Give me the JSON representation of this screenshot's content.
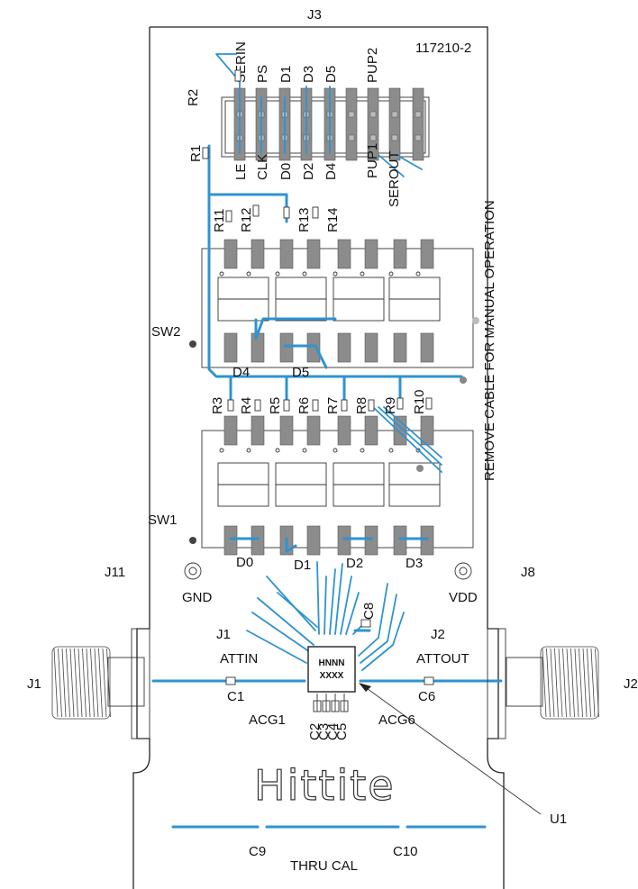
{
  "board": {
    "part_number": "117210-2",
    "logo_text": "Hittite",
    "ic_top_text": "HNNN",
    "ic_bottom_text": "XXXX",
    "vertical_note": "REMOVE CABLE FOR MANUAL OPERATION",
    "thru_cal_label": "THRU CAL"
  },
  "edge_labels": {
    "j3": "J3",
    "j11": "J11",
    "j8": "J8",
    "j1_outer": "J1",
    "j2_outer": "J2",
    "u1": "U1"
  },
  "connector_pins_top": [
    "SERIN",
    "PS",
    "D1",
    "D3",
    "D5",
    "PUP2"
  ],
  "connector_pins_bottom": [
    "LE",
    "CLK",
    "D0",
    "D2",
    "D4",
    "PUP1",
    "SEROUT"
  ],
  "resistors_top": [
    "R11",
    "R12",
    "R13",
    "R14"
  ],
  "resistors_mid": [
    "R3",
    "R4",
    "R5",
    "R6",
    "R7",
    "R8",
    "R9",
    "R10"
  ],
  "resistor_misc": [
    "R1",
    "R2"
  ],
  "switches": {
    "sw1": "SW1",
    "sw2": "SW2"
  },
  "switch_bit_labels": {
    "upper": [
      "D4",
      "D5"
    ],
    "lower": [
      "D0",
      "D1",
      "D2",
      "D3"
    ]
  },
  "power": {
    "gnd": "GND",
    "vdd": "VDD"
  },
  "rf": {
    "j1_inner": "J1",
    "j2_inner": "J2",
    "attin": "ATTIN",
    "attout": "ATTOUT",
    "c1": "C1",
    "c6": "C6",
    "acg1": "ACG1",
    "acg6": "ACG6",
    "c8": "C8",
    "caps_bottom": [
      "C2",
      "C3",
      "C4",
      "C5"
    ],
    "c9": "C9",
    "c10": "C10"
  }
}
